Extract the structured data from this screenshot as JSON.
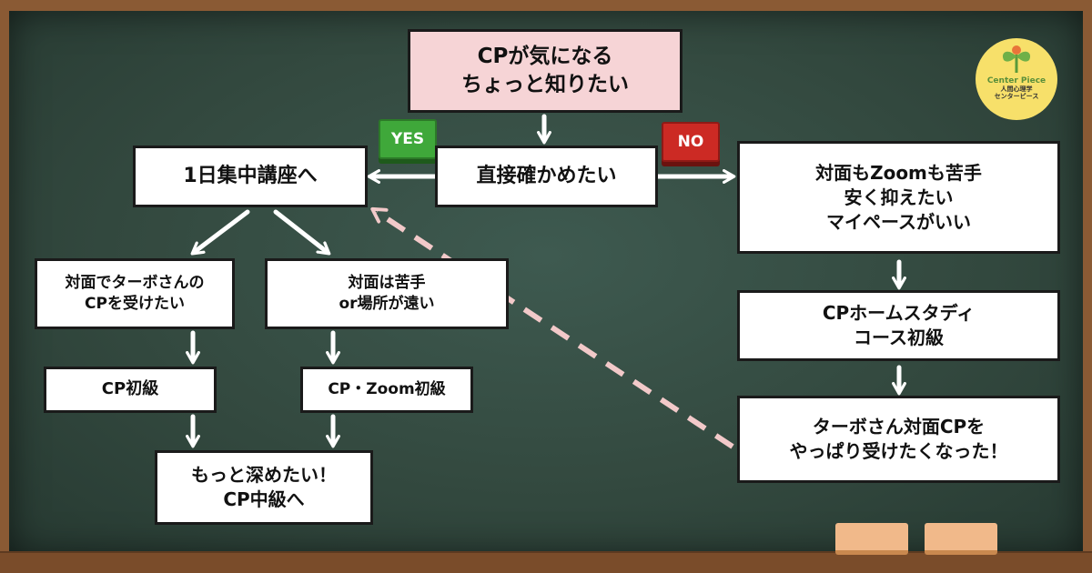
{
  "flowchart": {
    "start": [
      "CPが気になる",
      "ちょっと知りたい"
    ],
    "yes_label": "YES",
    "no_label": "NO",
    "direct_check": "直接確かめたい",
    "intensive_course": "1日集中講座へ",
    "in_person_turbo": [
      "対面でターボさんの",
      "CPを受けたい"
    ],
    "in_person_difficult": [
      "対面は苦手",
      "or場所が遠い"
    ],
    "cp_beginner": "CP初級",
    "cp_zoom_beginner": "CP・Zoom初級",
    "deepen": [
      "もっと深めたい！",
      "CP中級へ"
    ],
    "no_branch": [
      "対面もZoomも苦手",
      "安く抑えたい",
      "マイペースがいい"
    ],
    "home_study": [
      "CPホームスタディ",
      "コース初級"
    ],
    "after_home_study": [
      "ターボさん対面CPを",
      "やっぱり受けたくなった！"
    ]
  },
  "logo": {
    "name": "Center Piece",
    "subtitle_line1": "人間心理学",
    "subtitle_line2": "センターピース"
  },
  "colors": {
    "chalkboard": "#33493f",
    "start_box": "#f6d4d6",
    "yes_key": "#3fa83a",
    "no_key": "#cc2a24",
    "dashed_arrow": "#f2c9c9",
    "logo_bg": "#f7e06a"
  }
}
